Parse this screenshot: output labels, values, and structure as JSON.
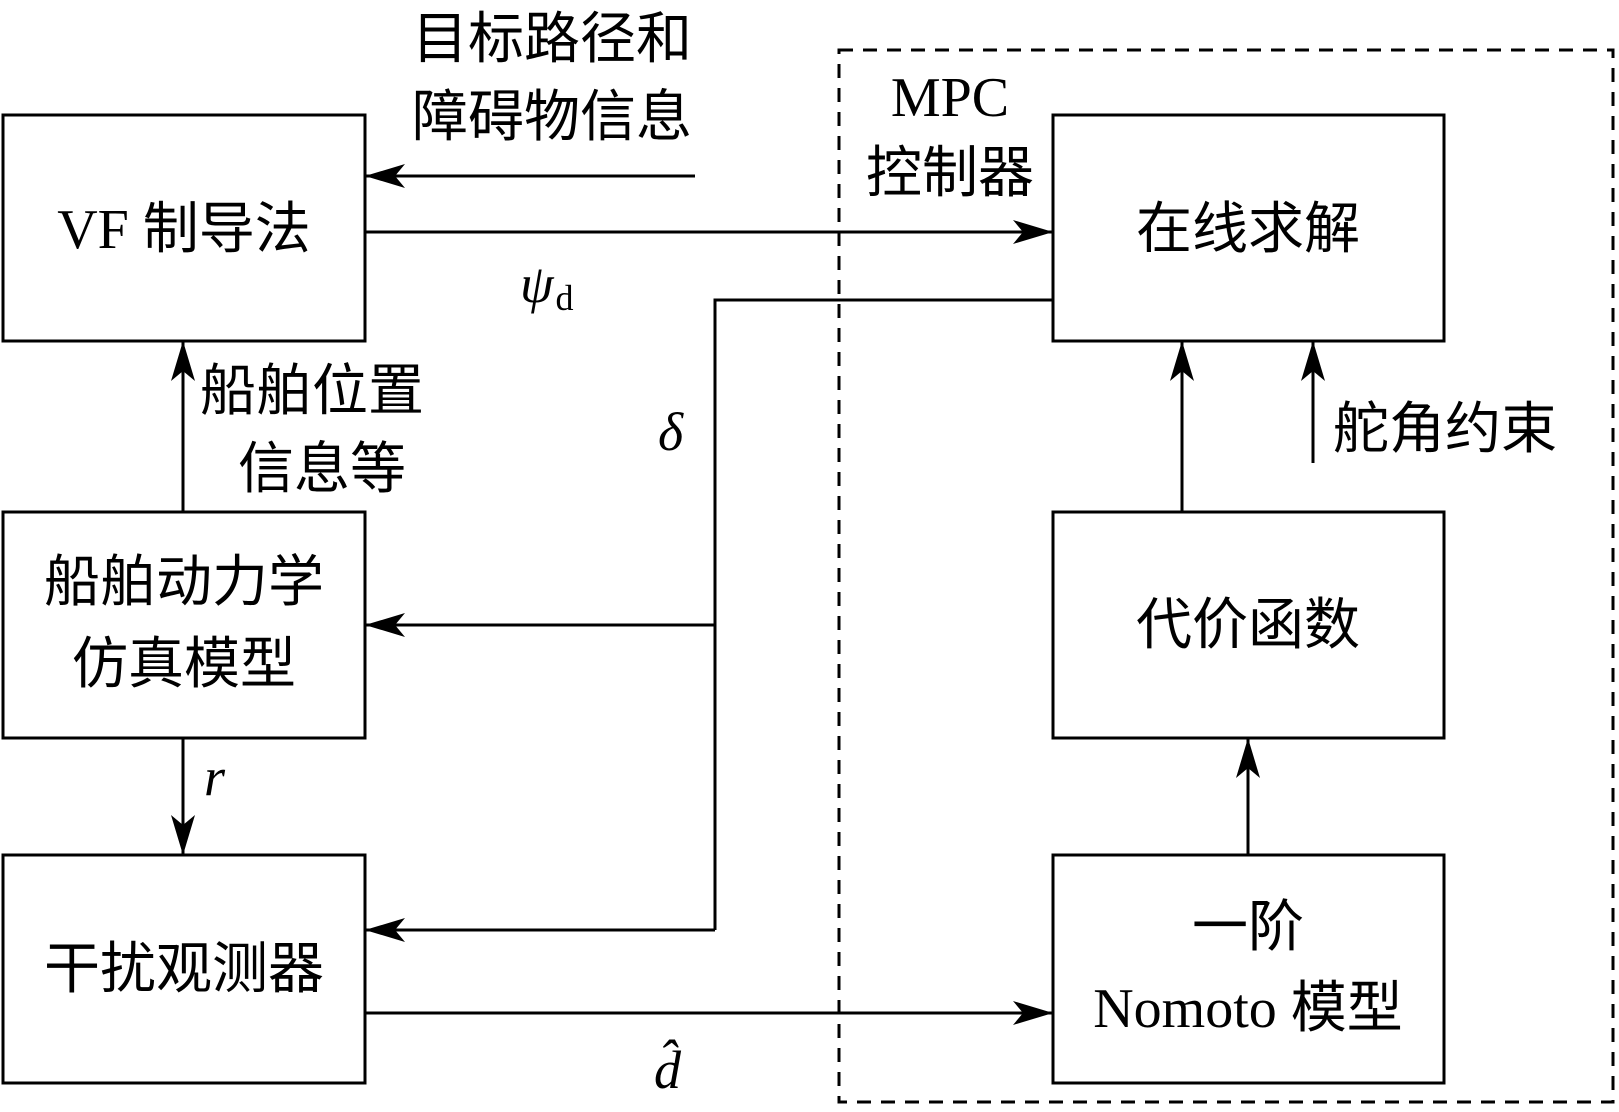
{
  "blocks": {
    "vf_guidance": "VF 制导法",
    "ship_dynamics_line1": "船舶动力学",
    "ship_dynamics_line2": "仿真模型",
    "disturbance_observer": "干扰观测器",
    "online_solve": "在线求解",
    "cost_function": "代价函数",
    "nomoto_line1": "一阶",
    "nomoto_line2": "Nomoto 模型"
  },
  "labels": {
    "target_info_line1": "目标路径和",
    "target_info_line2": "障碍物信息",
    "mpc_line1": "MPC",
    "mpc_line2": "控制器",
    "ship_position_line1": "船舶位置",
    "ship_position_line2": "信息等",
    "rudder_constraint": "舵角约束"
  },
  "signals": {
    "psi_symbol": "ψ",
    "psi_subscript": "d",
    "delta": "δ",
    "r": "r",
    "d_hat": "d̂"
  }
}
